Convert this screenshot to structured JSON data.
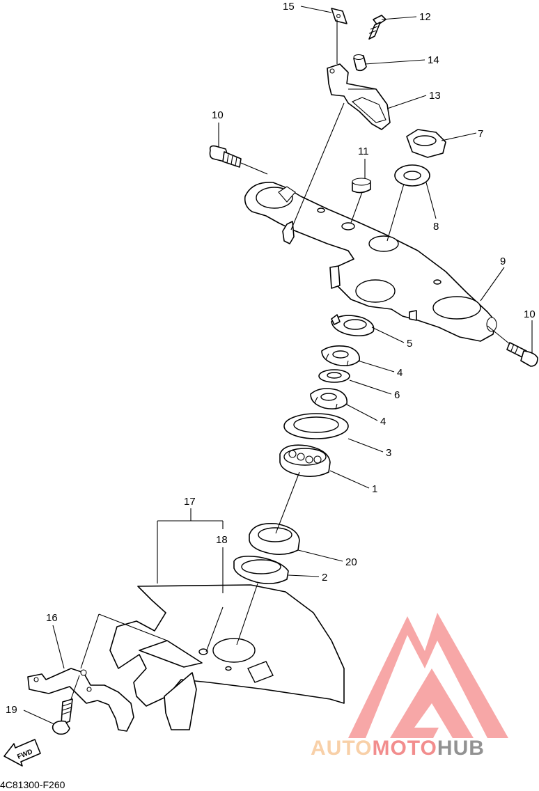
{
  "diagram": {
    "code": "4C81300-F260",
    "fwd_label": "FWD",
    "callouts": [
      {
        "id": "c15",
        "label": "15"
      },
      {
        "id": "c12",
        "label": "12"
      },
      {
        "id": "c14",
        "label": "14"
      },
      {
        "id": "c13",
        "label": "13"
      },
      {
        "id": "c10a",
        "label": "10"
      },
      {
        "id": "c7",
        "label": "7"
      },
      {
        "id": "c11",
        "label": "11"
      },
      {
        "id": "c8",
        "label": "8"
      },
      {
        "id": "c9",
        "label": "9"
      },
      {
        "id": "c10b",
        "label": "10"
      },
      {
        "id": "c5",
        "label": "5"
      },
      {
        "id": "c4a",
        "label": "4"
      },
      {
        "id": "c6",
        "label": "6"
      },
      {
        "id": "c4b",
        "label": "4"
      },
      {
        "id": "c3",
        "label": "3"
      },
      {
        "id": "c1",
        "label": "1"
      },
      {
        "id": "c17",
        "label": "17"
      },
      {
        "id": "c18",
        "label": "18"
      },
      {
        "id": "c20",
        "label": "20"
      },
      {
        "id": "c2",
        "label": "2"
      },
      {
        "id": "c16",
        "label": "16"
      },
      {
        "id": "c19",
        "label": "19"
      }
    ]
  },
  "watermark": {
    "brand_part1": "AUTO",
    "brand_part2": "MOTO",
    "brand_part3": "HUB",
    "color_light": "#f7c89a",
    "color_mid": "#f07a7a",
    "color_dark": "#7f7f7f",
    "logo_color": "#f26d6d"
  }
}
